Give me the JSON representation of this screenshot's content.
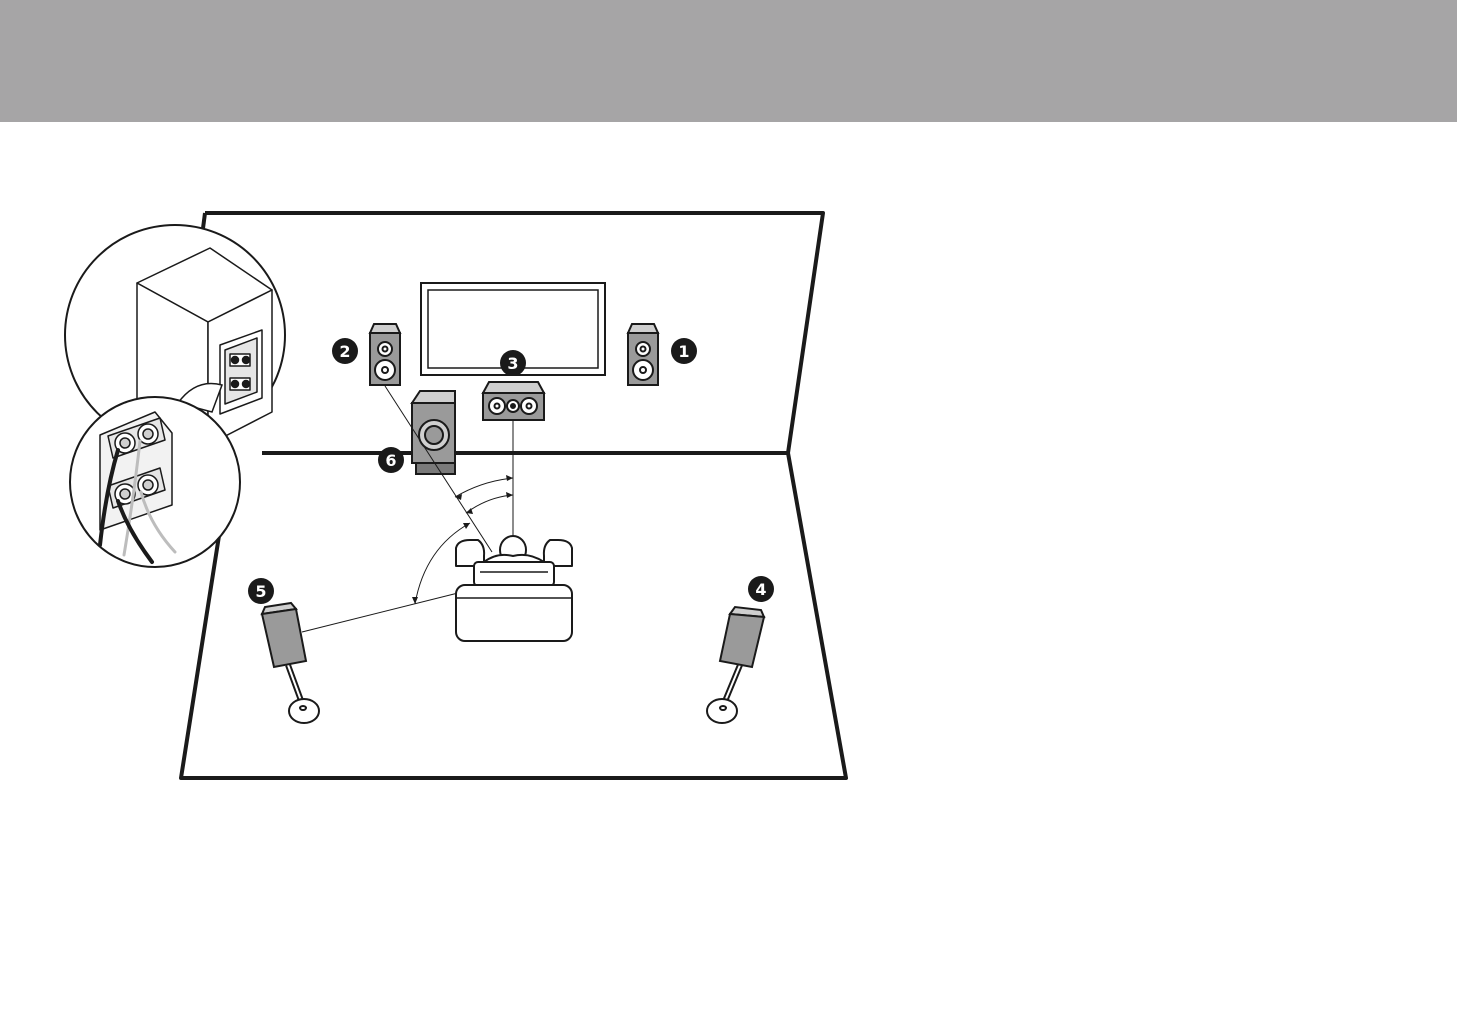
{
  "header": {
    "color": "#a6a5a6"
  },
  "diagram": {
    "speakers": [
      {
        "label": "1",
        "icon": "front-right-speaker-icon"
      },
      {
        "label": "2",
        "icon": "front-left-speaker-icon"
      },
      {
        "label": "3",
        "icon": "center-speaker-icon"
      },
      {
        "label": "4",
        "icon": "surround-right-speaker-icon"
      },
      {
        "label": "5",
        "icon": "surround-left-speaker-icon"
      },
      {
        "label": "6",
        "icon": "subwoofer-icon"
      }
    ],
    "colors": {
      "line": "#1a1a1a",
      "speaker_fill": "#9a9a9a",
      "badge": "#1a1a1a",
      "light": "#e6e6e6"
    }
  }
}
